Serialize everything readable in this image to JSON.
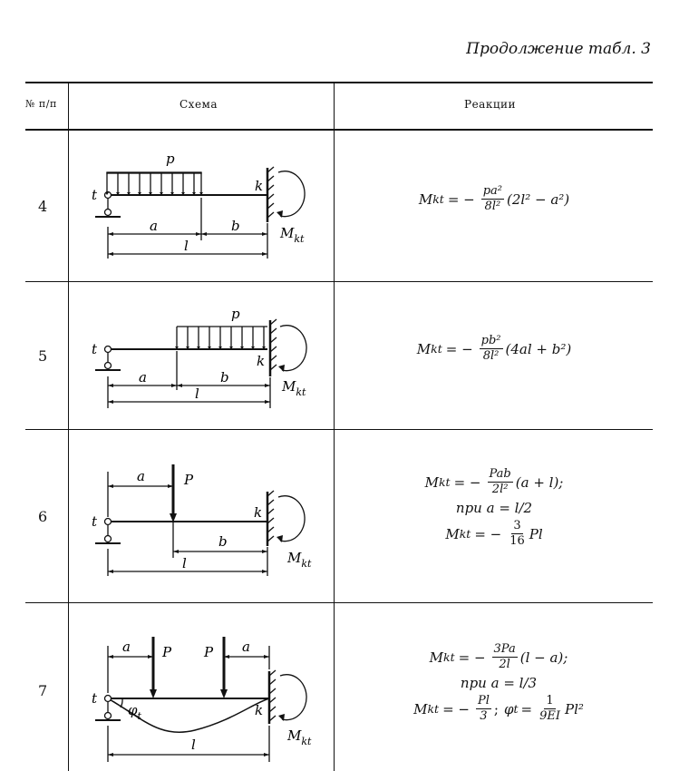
{
  "caption": "Продолжение табл. 3",
  "headers": {
    "num": "№ п/п",
    "scheme": "Схема",
    "reactions": "Реакции"
  },
  "rows": [
    {
      "num": "4",
      "labels": {
        "t": "t",
        "p": "p",
        "a": "a",
        "b": "b",
        "l": "l",
        "k": "k",
        "m": "M",
        "msub": "kt"
      },
      "formula": {
        "lhs": "M",
        "sub": "kt",
        "eq": "= −",
        "num": "pa²",
        "den": "8l²",
        "tail": "(2l² − a²)"
      }
    },
    {
      "num": "5",
      "labels": {
        "t": "t",
        "p": "p",
        "a": "a",
        "b": "b",
        "l": "l",
        "k": "k",
        "m": "M",
        "msub": "kt"
      },
      "formula": {
        "lhs": "M",
        "sub": "kt",
        "eq": "= −",
        "num": "pb²",
        "den": "8l²",
        "tail": "(4al + b²)"
      }
    },
    {
      "num": "6",
      "labels": {
        "t": "t",
        "p": "P",
        "a": "a",
        "b": "b",
        "l": "l",
        "k": "k",
        "m": "M",
        "msub": "kt"
      },
      "formula": {
        "lhs": "M",
        "sub": "kt",
        "eq": "= −",
        "num": "Pab",
        "den": "2l²",
        "tail": "(a + l);",
        "cond": "при a = l/2",
        "lhs2": "M",
        "sub2": "kt",
        "eq2": "= −",
        "num2": "3",
        "den2": "16",
        "tail2": "Pl"
      }
    },
    {
      "num": "7",
      "labels": {
        "t": "t",
        "p1": "P",
        "p2": "P",
        "a1": "a",
        "a2": "a",
        "phi": "φ",
        "phisub": "t",
        "l": "l",
        "k": "k",
        "m": "M",
        "msub": "kt"
      },
      "formula": {
        "lhs": "M",
        "sub": "kt",
        "eq": "= −",
        "num": "3Pa",
        "den": "2l",
        "tail": "(l − a);",
        "cond": "при a = l/3",
        "lhs2": "M",
        "sub2": "kt",
        "eq2": "= −",
        "num2": "Pl",
        "den2": "3",
        "sep": ";",
        "phi": "φ",
        "phisub": "t",
        "eq3": "=",
        "num3": "1",
        "den3": "9EI",
        "tail3": "Pl²"
      }
    }
  ]
}
